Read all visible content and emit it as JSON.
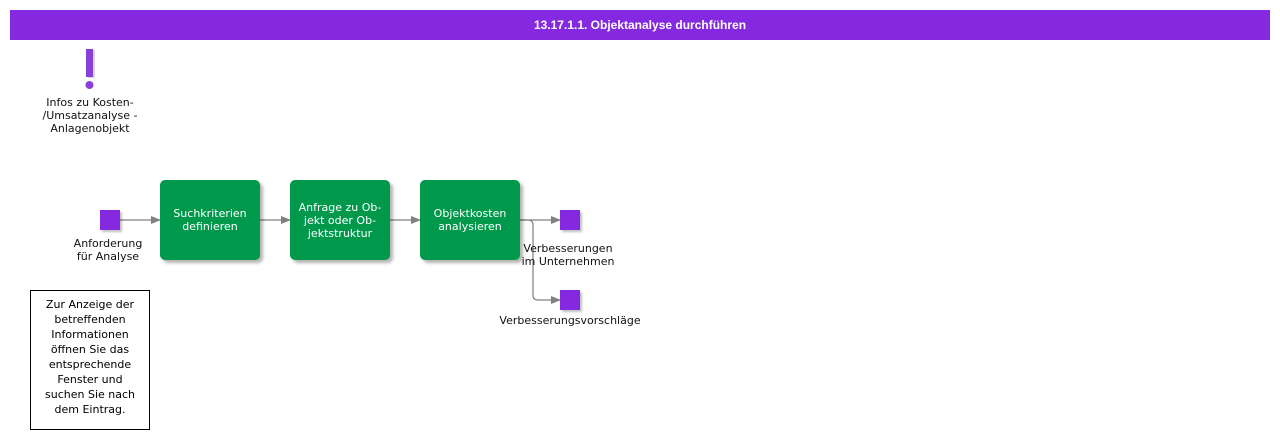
{
  "header": {
    "title": "13.17.1.1. Objektanalyse durchführen"
  },
  "info": {
    "icon": "exclamation-icon",
    "label": "Infos zu Kosten-\n/Umsatzanalyse -\nAnlagenobjekt"
  },
  "events": {
    "start": "Anforderung\nfür Analyse",
    "end1": "Verbesserungen\nim Unternehmen",
    "end2": "Verbesserungsvorschläge"
  },
  "functions": [
    {
      "label": "Suchkriterien\ndefinieren"
    },
    {
      "label": "Anfrage zu Ob-\njekt oder Ob-\njektstruktur"
    },
    {
      "label": "Objektkosten\nanalysieren"
    }
  ],
  "note": {
    "text": "Zur Anzeige der\nbetreffenden\nInformationen\nöffnen Sie das\nentsprechende\nFenster und\nsuchen Sie nach\ndem Eintrag."
  },
  "colors": {
    "event": "#8529e0",
    "function": "#00994c",
    "header": "#8529e0",
    "connector": "#808080"
  }
}
